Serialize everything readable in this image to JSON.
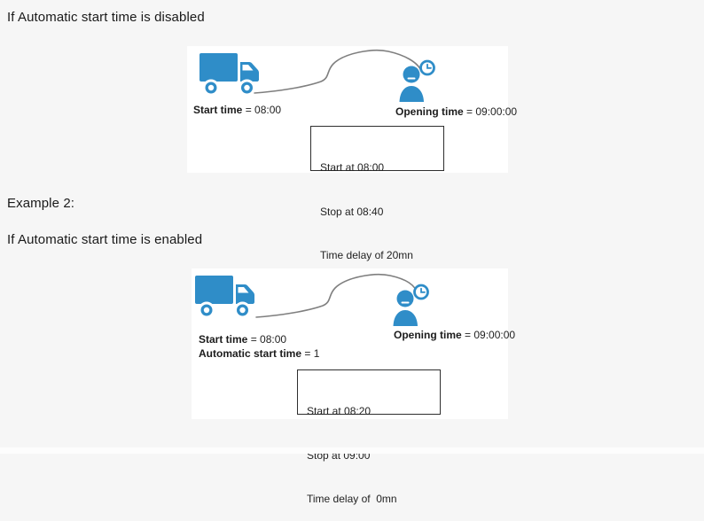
{
  "page": {
    "background": "#f6f6f6",
    "panel_background": "#ffffff",
    "accent_blue": "#2f8dc8",
    "curve_color": "#7f7f7f",
    "heading_disabled": "If Automatic start time is disabled",
    "heading_example2": "Example 2:",
    "heading_enabled": "If Automatic start time is enabled"
  },
  "diagram1": {
    "truck_icon": "truck-icon",
    "person_icon": "person-clock-icon",
    "start_label_bold": "Start time",
    "start_label_value": " = 08:00",
    "opening_label_bold": "Opening time",
    "opening_label_value": " = 09:00:00",
    "box_lines": [
      "Start at 08:00",
      "Stop at 08:40",
      "Time delay of 20mn"
    ]
  },
  "diagram2": {
    "truck_icon": "truck-icon",
    "person_icon": "person-clock-icon",
    "start_label_bold": "Start time",
    "start_label_value": " = 08:00",
    "auto_label_bold": "Automatic start time",
    "auto_label_value": " = 1",
    "opening_label_bold": "Opening time",
    "opening_label_value": " = 09:00:00",
    "box_lines": [
      "Start at 08:20",
      "Stop at 09:00",
      "Time delay of  0mn"
    ]
  }
}
